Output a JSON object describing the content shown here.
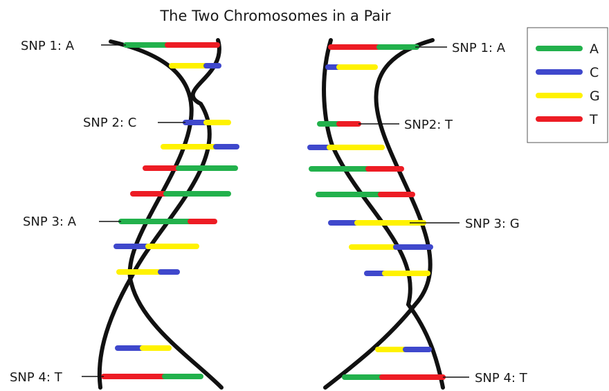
{
  "title": "The Two Chromosomes in a Pair",
  "colors": {
    "A": "#22b14c",
    "C": "#3f48cc",
    "G": "#fff200",
    "T": "#ed1c24",
    "backbone": "#111111"
  },
  "legend": [
    {
      "base": "A",
      "label": "A",
      "color": "#22b14c"
    },
    {
      "base": "C",
      "label": "C",
      "color": "#3f48cc"
    },
    {
      "base": "G",
      "label": "G",
      "color": "#fff200"
    },
    {
      "base": "T",
      "label": "T",
      "color": "#ed1c24"
    }
  ],
  "left_chromosome": {
    "snp_labels": [
      "SNP 1: A",
      "SNP 2: C",
      "SNP 3: A",
      "SNP 4: T"
    ],
    "base_pairs": [
      [
        "A",
        "T"
      ],
      [
        "G",
        "C"
      ],
      [
        "C",
        "G"
      ],
      [
        "G",
        "C"
      ],
      [
        "T",
        "A"
      ],
      [
        "T",
        "A"
      ],
      [
        "A",
        "T"
      ],
      [
        "C",
        "G"
      ],
      [
        "G",
        "C"
      ],
      [
        "C",
        "G"
      ],
      [
        "T",
        "A"
      ]
    ]
  },
  "right_chromosome": {
    "snp_labels": [
      "SNP 1: A",
      "SNP2: T",
      "SNP 3: G",
      "SNP 4: T"
    ],
    "base_pairs": [
      [
        "T",
        "A"
      ],
      [
        "C",
        "G"
      ],
      [
        "A",
        "T"
      ],
      [
        "C",
        "G"
      ],
      [
        "A",
        "T"
      ],
      [
        "A",
        "T"
      ],
      [
        "C",
        "G"
      ],
      [
        "G",
        "C"
      ],
      [
        "C",
        "G"
      ],
      [
        "G",
        "C"
      ],
      [
        "A",
        "T"
      ]
    ]
  }
}
